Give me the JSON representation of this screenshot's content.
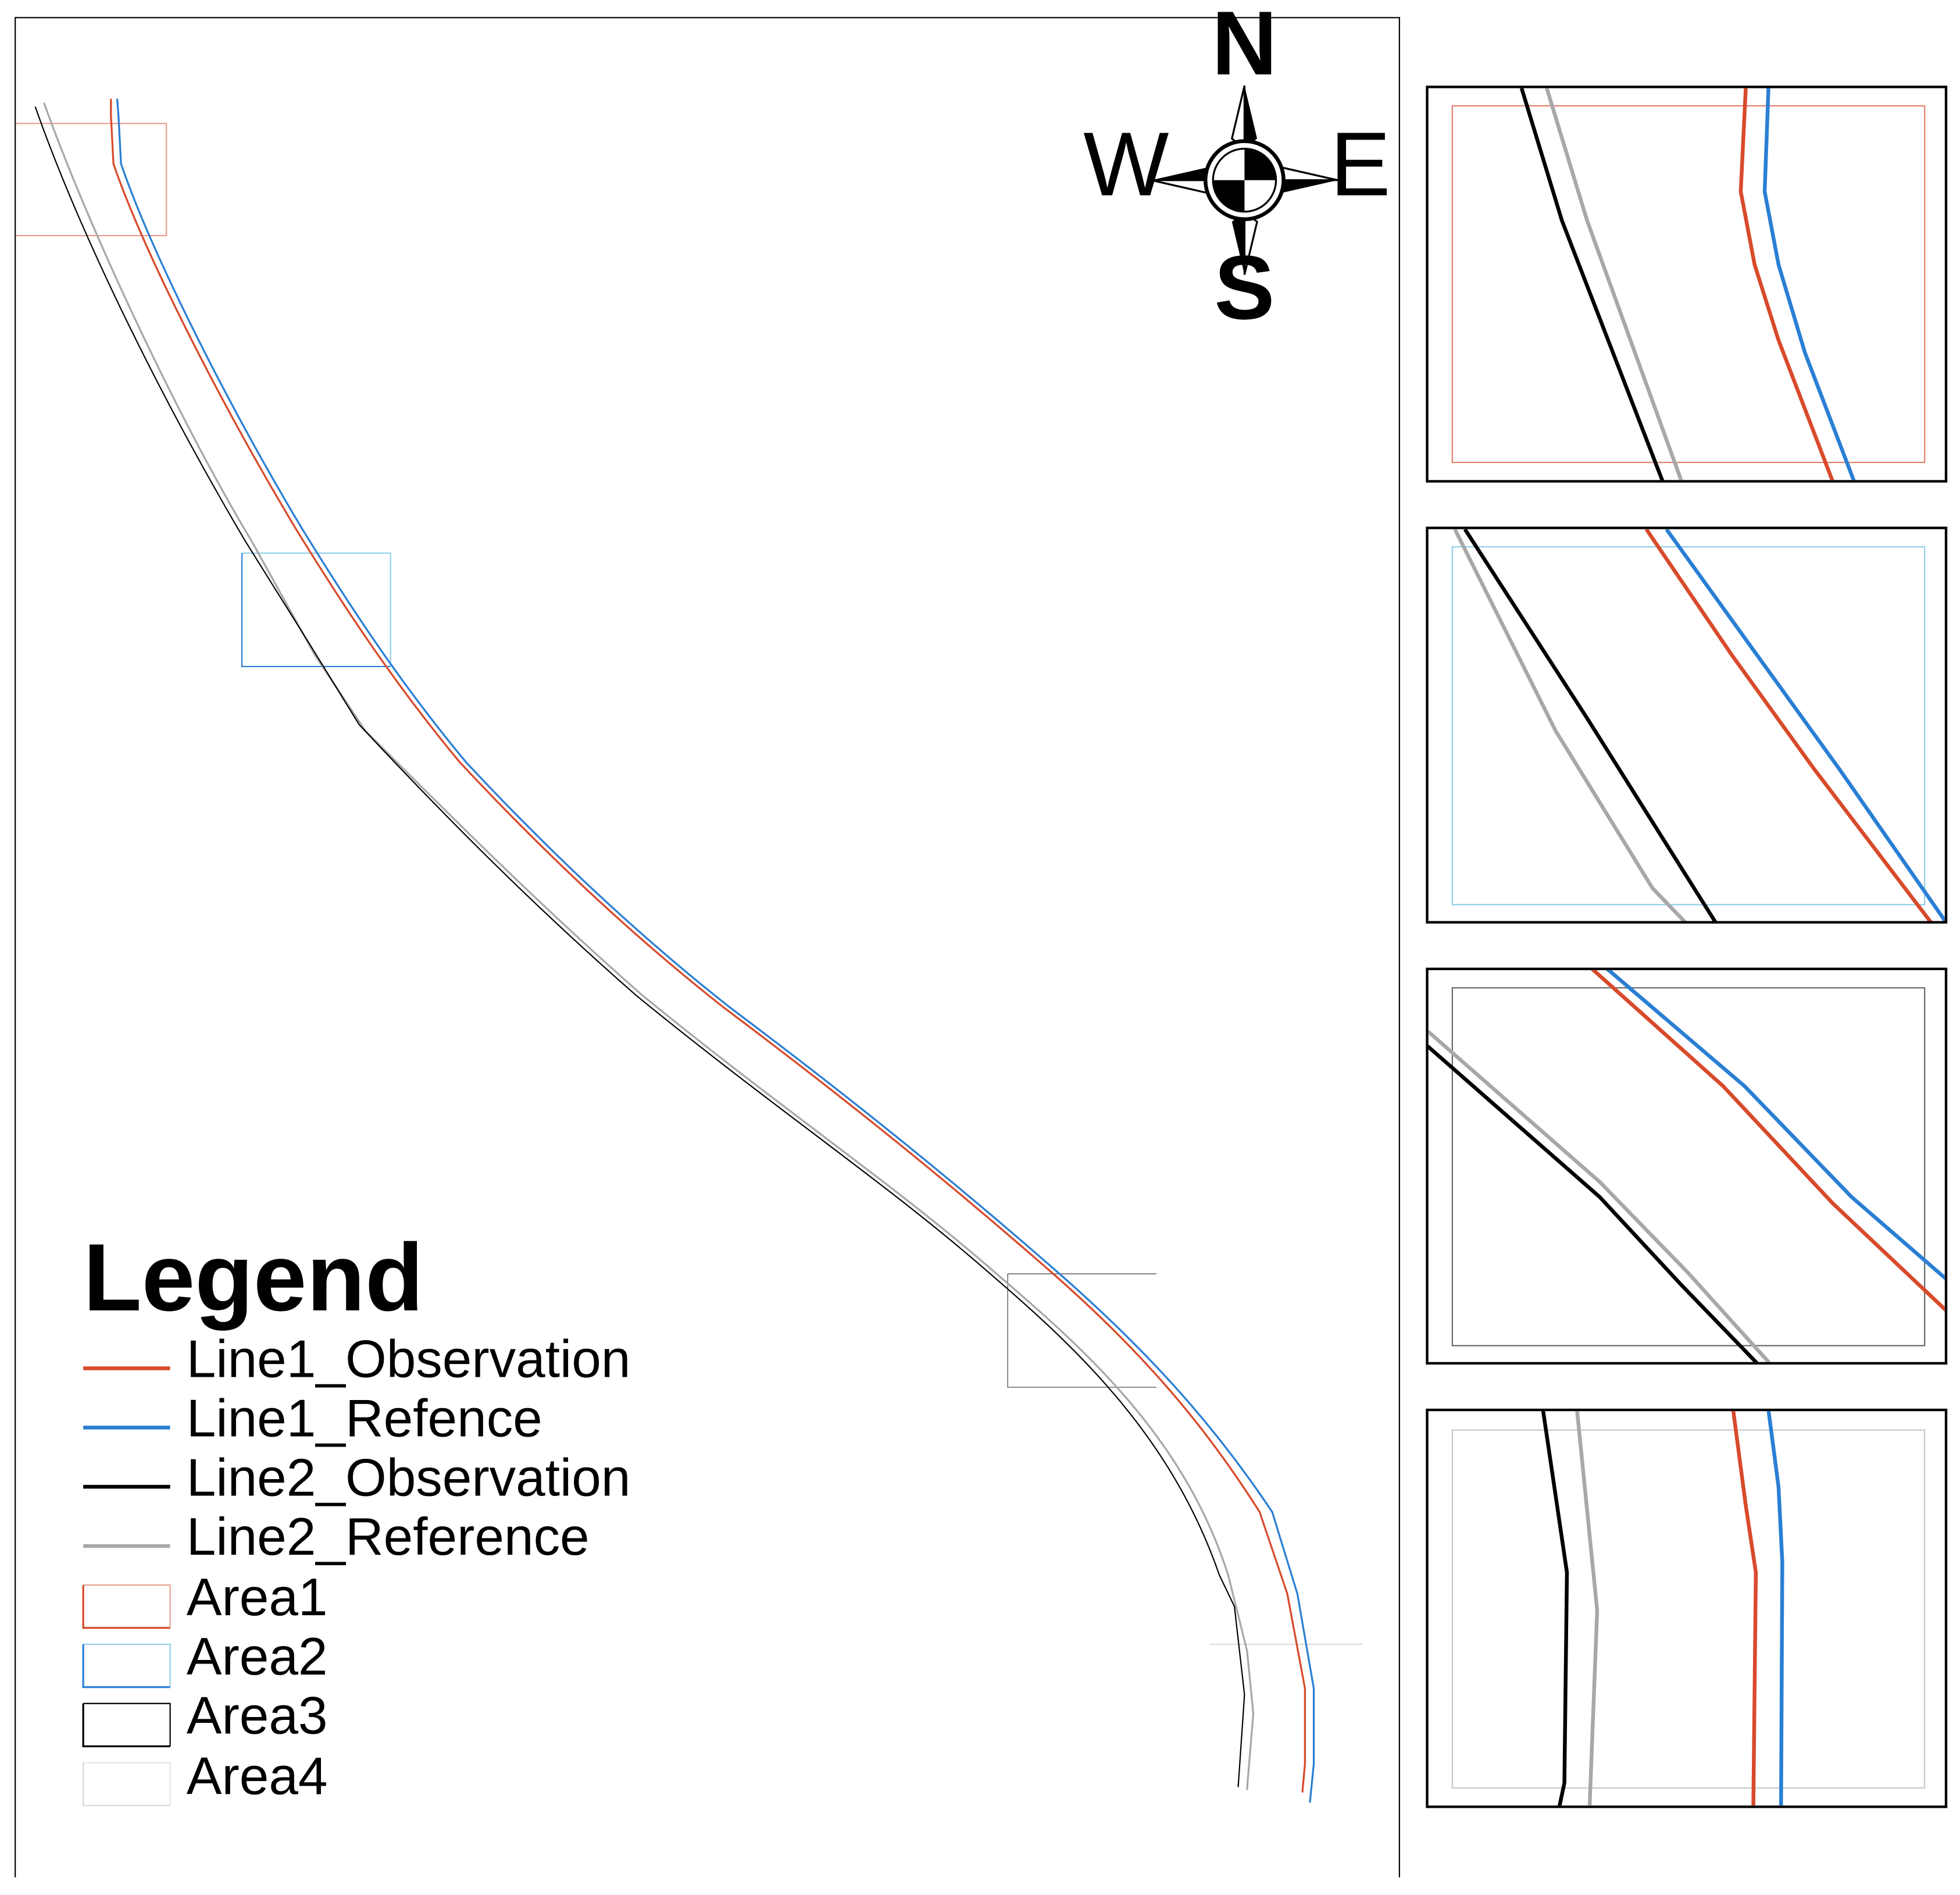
{
  "compass": {
    "north": "N",
    "south": "S",
    "east": "E",
    "west": "W",
    "icon": "compass-rose-icon"
  },
  "legend": {
    "title": "Legend",
    "items": [
      {
        "label": "Line1_Observation",
        "type": "line",
        "color": "#d84a2b"
      },
      {
        "label": "Line1_Refence",
        "type": "line",
        "color": "#2a7fd4"
      },
      {
        "label": "Line2_Observation",
        "type": "line",
        "color": "#000000"
      },
      {
        "label": "Line2_Reference",
        "type": "line",
        "color": "#a8a8a8"
      },
      {
        "label": "Area1",
        "type": "area",
        "color": "#d84a2b"
      },
      {
        "label": "Area2",
        "type": "area",
        "color": "#2a7fd4"
      },
      {
        "label": "Area3",
        "type": "area",
        "color": "#000000"
      },
      {
        "label": "Area4",
        "type": "area",
        "color": "#c8c8c8"
      }
    ]
  },
  "colors": {
    "line1_observation": "#d84a2b",
    "line1_reference": "#2a7fd4",
    "line2_observation": "#000000",
    "line2_reference": "#a8a8a8",
    "area1": "#d84a2b",
    "area2": "#2a7fd4",
    "area3": "#000000",
    "area4": "#c8c8c8"
  },
  "insets": [
    {
      "area": "Area1"
    },
    {
      "area": "Area2"
    },
    {
      "area": "Area3"
    },
    {
      "area": "Area4"
    }
  ]
}
